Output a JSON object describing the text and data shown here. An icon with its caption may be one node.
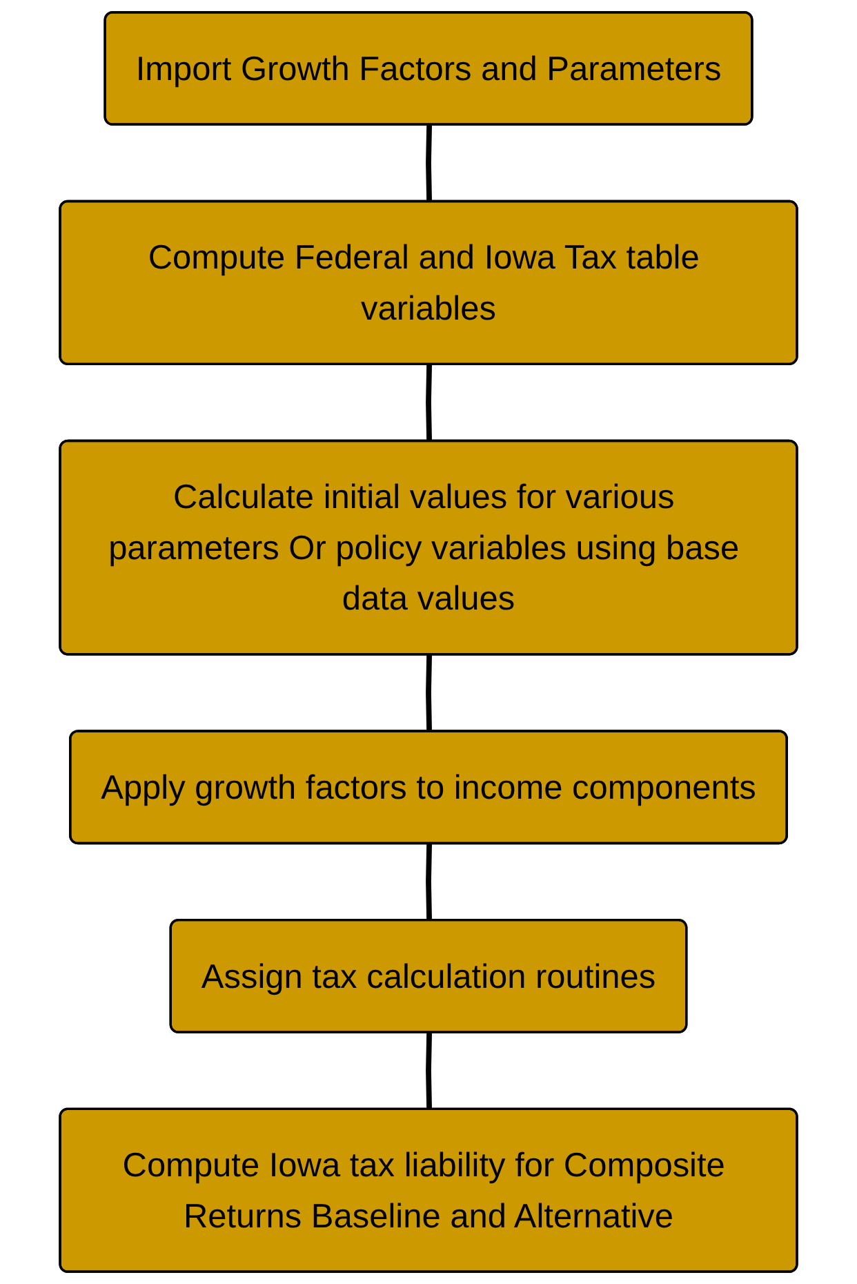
{
  "diagram": {
    "nodes": [
      {
        "text": [
          "Import Growth Factors and Parameters"
        ]
      },
      {
        "text": [
          "Compute Federal and Iowa Tax table variables"
        ]
      },
      {
        "text": [
          "Calculate initial values for various parameters Or policy variables using base data values"
        ]
      },
      {
        "text": [
          "Apply growth factors to income components"
        ]
      },
      {
        "text": [
          "Assign tax calculation routines"
        ]
      },
      {
        "text": [
          "Compute Iowa tax liability for Composite Returns Baseline and Alternative"
        ]
      }
    ],
    "edges": [
      {
        "from": 0,
        "to": 1,
        "arrow": "none"
      },
      {
        "from": 1,
        "to": 2,
        "arrow": "none"
      },
      {
        "from": 2,
        "to": 3,
        "arrow": "none"
      },
      {
        "from": 3,
        "to": 4,
        "arrow": "none"
      },
      {
        "from": 4,
        "to": 5,
        "arrow": "none"
      }
    ]
  }
}
